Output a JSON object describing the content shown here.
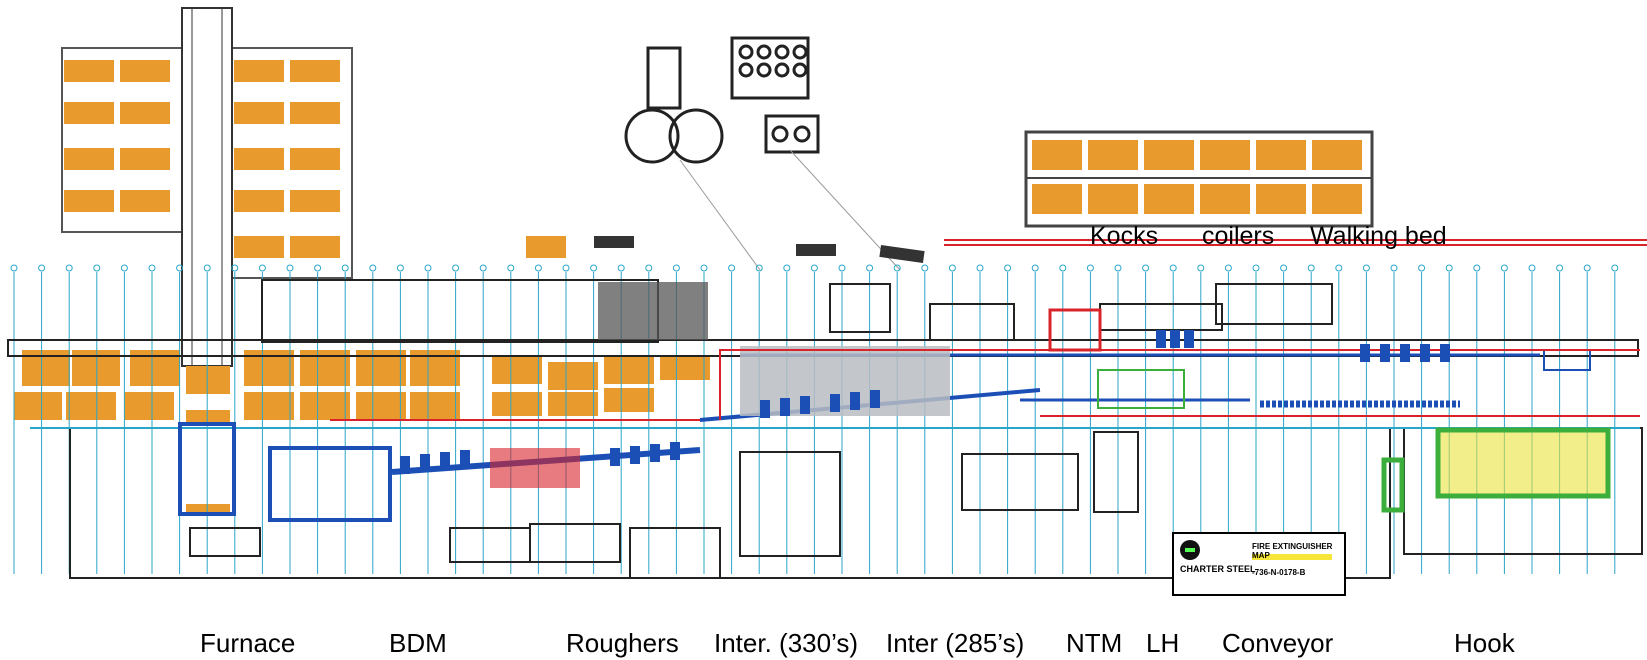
{
  "areas": {
    "furnace": "Furnace",
    "bdm": "BDM",
    "roughers": "Roughers",
    "inter_330": "Inter. (330’s)",
    "inter_285": "Inter (285’s)",
    "ntm": "NTM",
    "lh": "LH",
    "conveyor": "Conveyor",
    "hook": "Hook",
    "kocks": "Kocks",
    "coilers": "coilers",
    "walking_bed": "Walking bed"
  },
  "title_block": {
    "map_title": "FIRE EXTINGUISHER MAP",
    "company": "CHARTER STEEL",
    "drawing_no": "-736-N-0178-B"
  },
  "colors": {
    "storage": "#e99a2c",
    "equipment_blue": "#1c4fb5",
    "red_line": "#d8232a",
    "green_zone": "#3cae3c",
    "yellow_zone": "#e9e23a",
    "grid_teal": "#2aa6c8",
    "gray": "#9aa0a6"
  }
}
